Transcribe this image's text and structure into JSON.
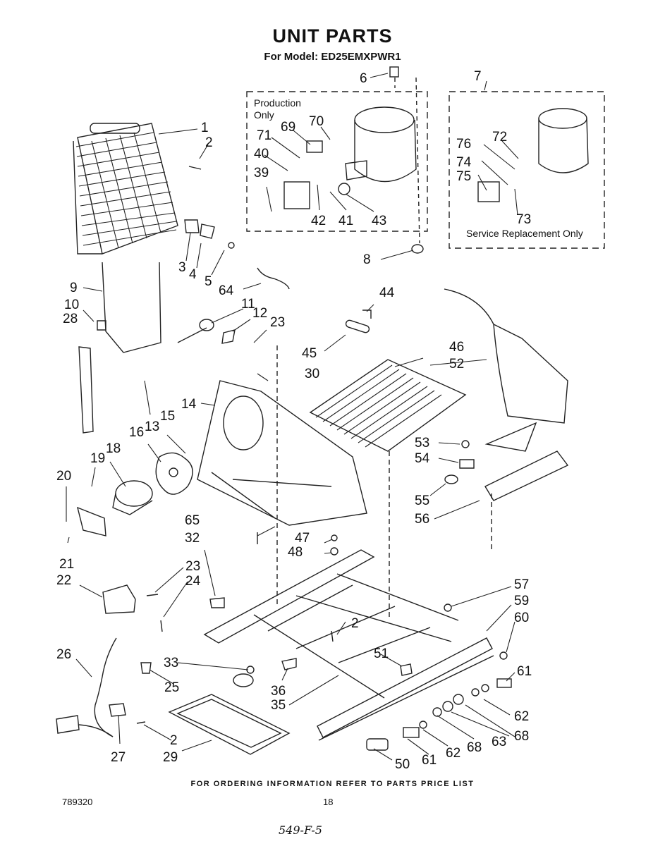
{
  "title": "UNIT PARTS",
  "subtitle": "For Model: ED25EMXPWR1",
  "production_box_label": [
    "Production",
    "Only"
  ],
  "service_box_label": "Service Replacement Only",
  "footer_text": "FOR ORDERING INFORMATION REFER TO PARTS PRICE LIST",
  "doc_number": "789320",
  "page_number": "18",
  "handwritten_note": "549-F-5",
  "callouts": [
    "1",
    "2",
    "3",
    "4",
    "5",
    "6",
    "7",
    "8",
    "9",
    "10",
    "11",
    "12",
    "13",
    "14",
    "15",
    "16",
    "18",
    "19",
    "20",
    "21",
    "22",
    "23",
    "23",
    "24",
    "25",
    "26",
    "27",
    "28",
    "29",
    "30",
    "32",
    "33",
    "35",
    "36",
    "39",
    "40",
    "41",
    "42",
    "43",
    "44",
    "45",
    "46",
    "47",
    "48",
    "50",
    "51",
    "52",
    "53",
    "54",
    "55",
    "56",
    "57",
    "59",
    "60",
    "61",
    "61",
    "62",
    "62",
    "63",
    "64",
    "65",
    "68",
    "68",
    "69",
    "70",
    "71",
    "72",
    "73",
    "74",
    "75",
    "76",
    "2",
    "2"
  ]
}
